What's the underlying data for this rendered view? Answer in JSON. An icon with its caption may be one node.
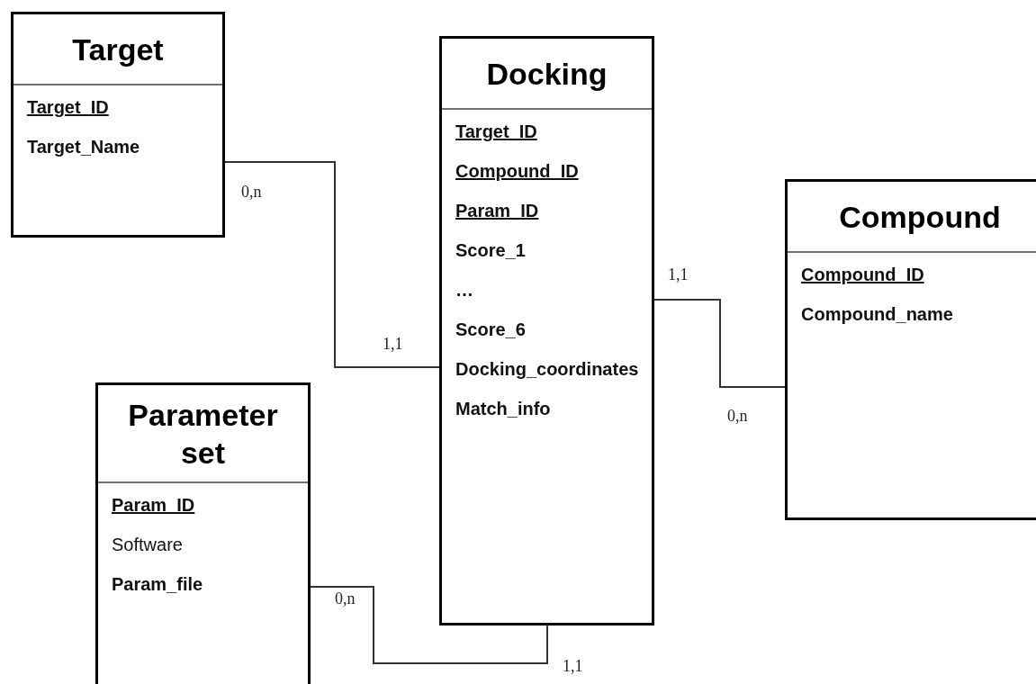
{
  "diagram": {
    "nodes": [
      {
        "text": [
          "Target",
          "Target_ID",
          "Target_Name"
        ]
      },
      {
        "text": [
          "Docking",
          "Target_ID",
          "Compound_ID",
          "Param_ID",
          "Score_1",
          "…",
          "Score_6",
          "Docking_coordinates",
          "Match_info"
        ]
      },
      {
        "text": [
          "Compound",
          "Compound_ID",
          "Compound_name"
        ]
      },
      {
        "text": [
          "Parameter set",
          "Param_ID",
          "Software",
          "Param_file"
        ]
      }
    ],
    "edges": [
      {
        "from": 0,
        "to": 1,
        "arrow": "none"
      },
      {
        "from": 1,
        "to": 2,
        "arrow": "none"
      },
      {
        "from": 3,
        "to": 1,
        "arrow": "none"
      }
    ],
    "labels": [
      "0,n",
      "1,1",
      "1,1",
      "0,n",
      "0,n",
      "1,1"
    ]
  }
}
